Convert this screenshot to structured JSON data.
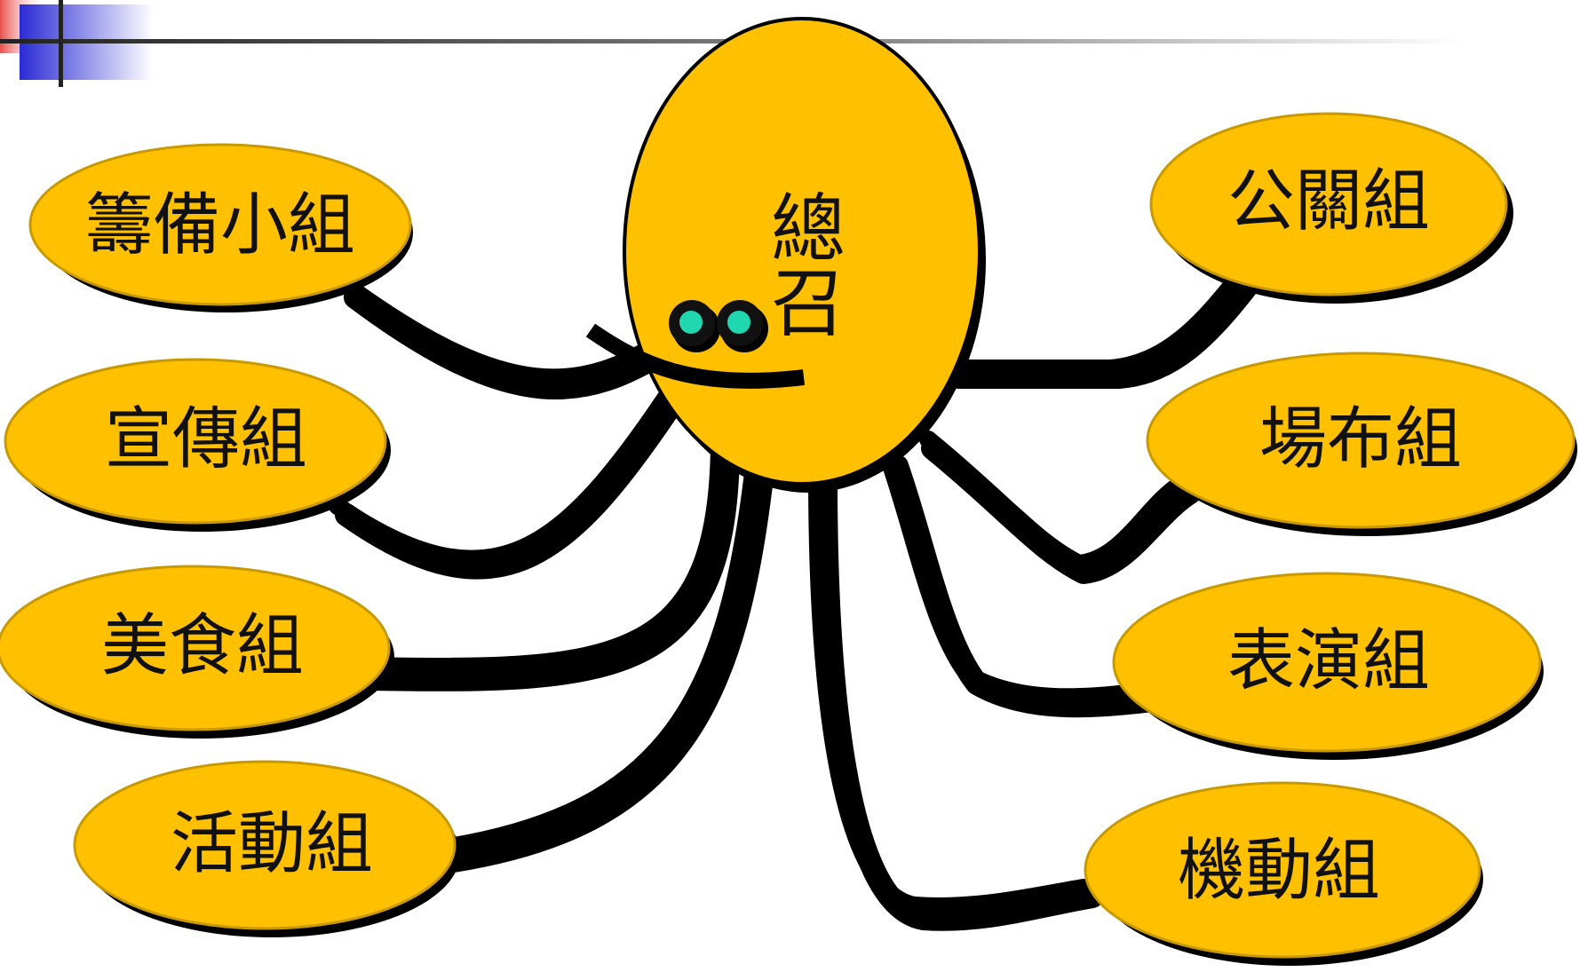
{
  "diagram": {
    "center": {
      "label_line1": "總",
      "label_line2": "召"
    },
    "groups": [
      {
        "id": "preparatory",
        "label": "籌備小組"
      },
      {
        "id": "publicity",
        "label": "宣傳組"
      },
      {
        "id": "food",
        "label": "美食組"
      },
      {
        "id": "activity",
        "label": "活動組"
      },
      {
        "id": "public-relations",
        "label": "公關組"
      },
      {
        "id": "venue",
        "label": "場布組"
      },
      {
        "id": "performance",
        "label": "表演組"
      },
      {
        "id": "mobile",
        "label": "機動組"
      }
    ]
  },
  "colors": {
    "node_fill": "#FFC000",
    "node_stroke": "#C99A00",
    "shadow": "#000000",
    "arm": "#000000",
    "eye_iris": "#1FD8B0",
    "header_blue": "#3333CC",
    "header_red": "#E8504A",
    "header_line": "#333333"
  }
}
